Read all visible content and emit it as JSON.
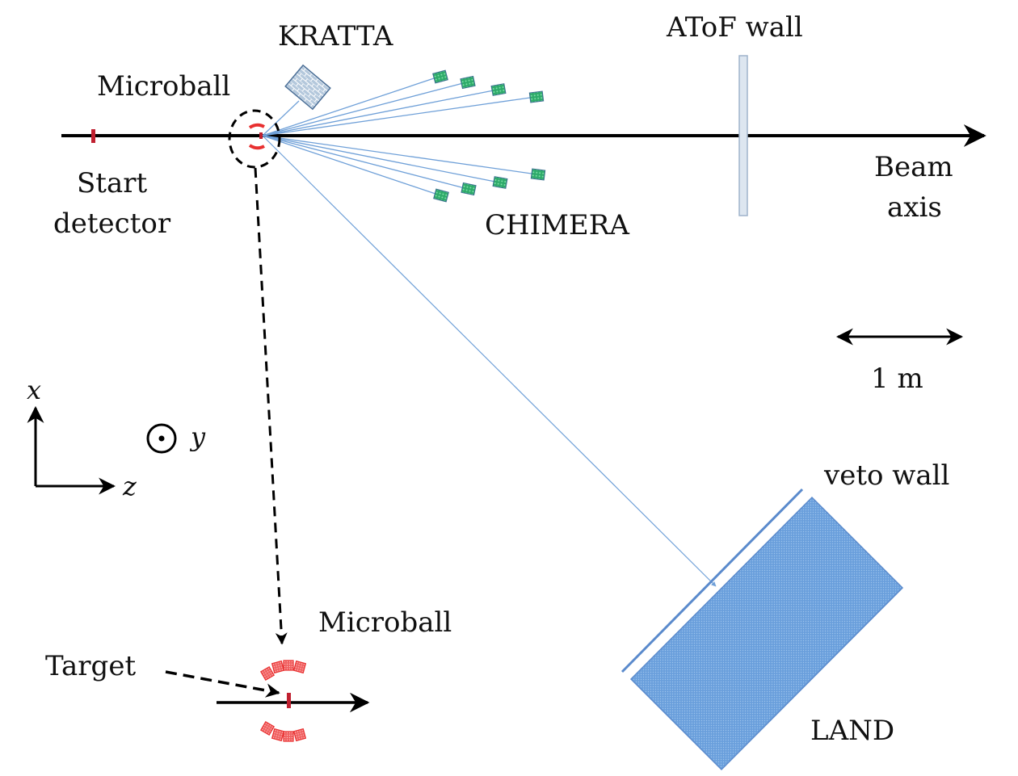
{
  "labels": {
    "kratta": "KRATTA",
    "microball_top": "Microball",
    "atof_wall": "AToF wall",
    "beam_line1": "Beam",
    "beam_line2": "axis",
    "start_line1": "Start",
    "start_line2": "detector",
    "chimera": "CHIMERA",
    "scale": "1 m",
    "axis_x": "x",
    "axis_y": "y",
    "axis_z": "z",
    "veto_wall": "veto wall",
    "microball_bottom": "Microball",
    "target": "Target",
    "land": "LAND"
  },
  "colors": {
    "beam_axis": "#000000",
    "ray": "#6fa0d8",
    "chimera_fill": "#2eaa6a",
    "chimera_edge": "#3a6e8e",
    "kratta_fill": "#9ab4d0",
    "kratta_edge": "#4a6e96",
    "atof_fill": "#dde6f0",
    "atof_edge": "#9fb4cc",
    "land_fill": "#6a9fdc",
    "land_edge": "#5a8acc",
    "microball_red": "#e83030",
    "target_mark": "#c02030"
  }
}
